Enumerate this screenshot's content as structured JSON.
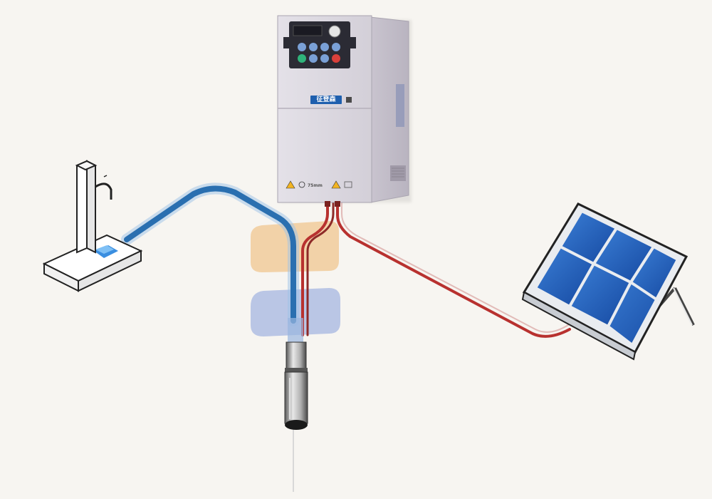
{
  "diagram": {
    "components": [
      {
        "id": "faucet",
        "icon": "faucet-icon"
      },
      {
        "id": "inverter",
        "icon": "inverter-icon",
        "brand_badge": "征登森",
        "small_text": "75mm"
      },
      {
        "id": "pump",
        "icon": "submersible-pump-icon"
      },
      {
        "id": "solar-panel",
        "icon": "solar-panel-icon"
      }
    ],
    "connections": [
      {
        "from": "pump",
        "to": "faucet",
        "type": "water-pipe"
      },
      {
        "from": "inverter",
        "to": "pump",
        "type": "power-cable"
      },
      {
        "from": "inverter",
        "to": "solar-panel",
        "type": "power-cable"
      }
    ],
    "colors": {
      "background": "#f7f5f1",
      "water_pipe": "#2a6fb0",
      "power_cable": "#b8312f",
      "panel_cell": "#1f5fb8",
      "inverter_body": "#dcd8e0",
      "badge": "#1e5fae",
      "orange_zone": "#f0c58f",
      "blue_zone": "#9fb2e0"
    }
  }
}
